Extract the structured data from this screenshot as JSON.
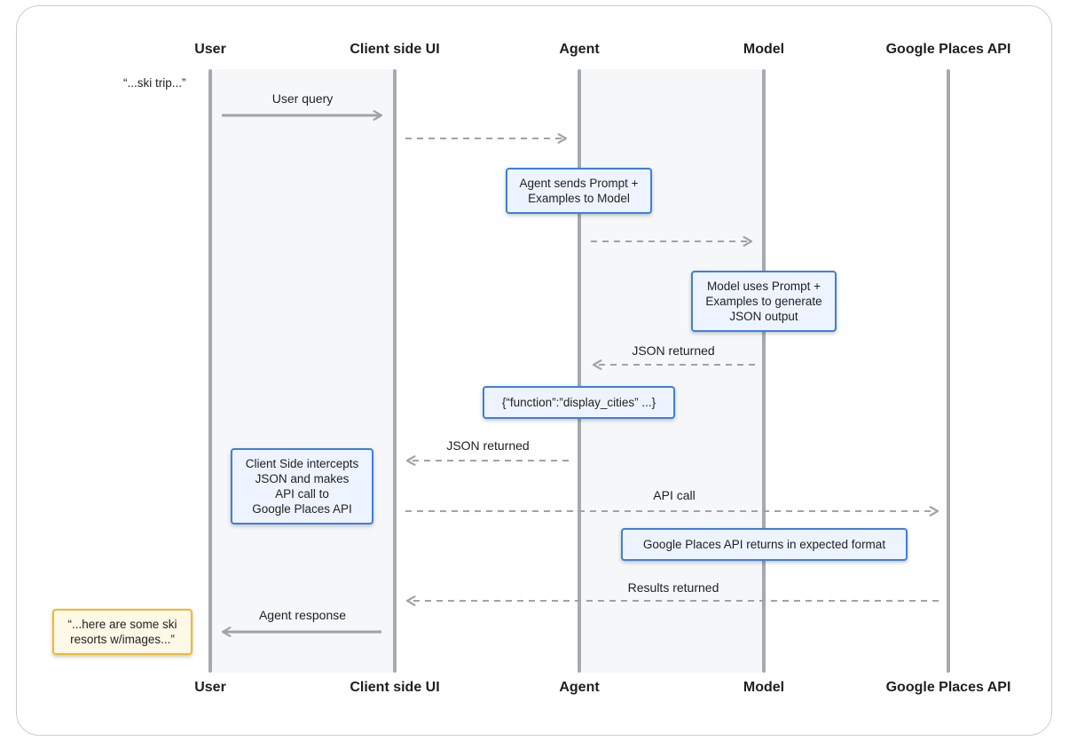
{
  "participants": [
    "User",
    "Client side UI",
    "Agent",
    "Model",
    "Google Places API"
  ],
  "user_input_quote": "“...ski trip...”",
  "messages": {
    "user_query": "User query",
    "json_returned_model": "JSON returned",
    "json_returned_agent": "JSON returned",
    "api_call": "API call",
    "results_returned": "Results returned",
    "agent_response": "Agent response"
  },
  "notes": {
    "agent_sends": "Agent sends Prompt +\nExamples to Model",
    "model_uses": "Model uses Prompt +\nExamples to generate\nJSON output",
    "function_call": "{“function”:”display_cities” ...}",
    "client_intercepts": "Client Side intercepts\nJSON and makes\nAPI call to\nGoogle Places API",
    "places_returns": "Google Places API returns in expected format",
    "final_response": "“...here are some ski\nresorts w/images...”"
  },
  "colors": {
    "lifeline": "#a6aab0",
    "arrow": "#9ea3a9",
    "note_border": "#3c7fe0",
    "note_fill": "#eef4ff",
    "response_border": "#f3b82a",
    "response_fill": "#fef8e6"
  }
}
